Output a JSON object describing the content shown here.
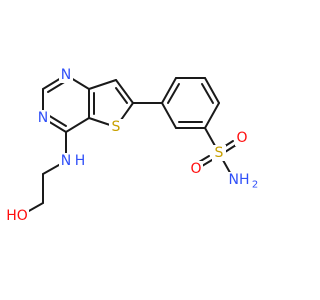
{
  "molecule": {
    "atoms": {
      "n_pyr_top": {
        "text": "N",
        "color": "#3050F8"
      },
      "n_pyr_left": {
        "text": "N",
        "color": "#3050F8"
      },
      "s_thiophene": {
        "text": "S",
        "color": "#C8A000"
      },
      "n_amine": {
        "text": "N",
        "color": "#3050F8"
      },
      "h_amine": {
        "text": "H",
        "color": "#3050F8"
      },
      "o_hydroxyl": {
        "text": "HO",
        "color": "#FF0D0D"
      },
      "s_sulfonyl": {
        "text": "S",
        "color": "#C8A000"
      },
      "o_sulfonyl_right": {
        "text": "O",
        "color": "#FF0D0D"
      },
      "o_sulfonyl_left": {
        "text": "O",
        "color": "#FF0D0D"
      },
      "n_sulfonamide": {
        "text": "NH",
        "color": "#3050F8"
      },
      "h2_sulfonamide": {
        "text": "2",
        "color": "#3050F8"
      }
    },
    "bond_color": "#1a1a1a"
  }
}
